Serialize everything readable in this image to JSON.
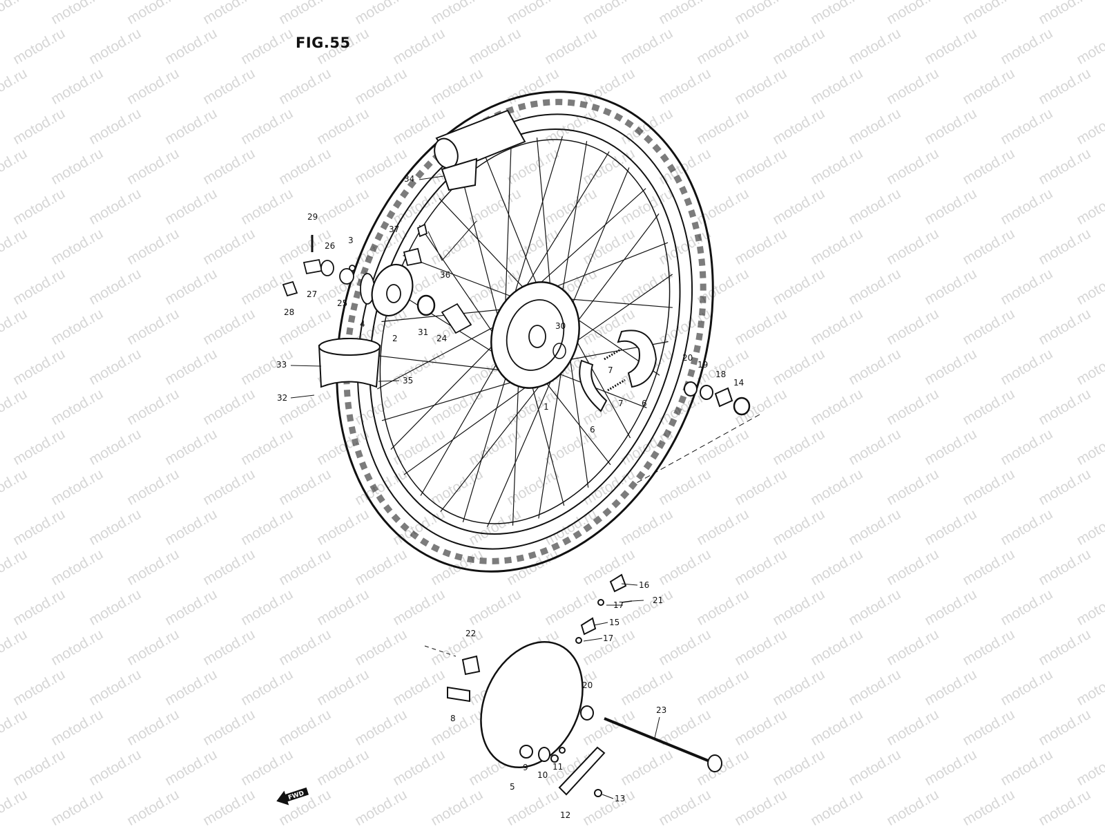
{
  "figure": {
    "title": "FIG.55"
  },
  "watermark": {
    "text": "motod.ru"
  },
  "direction_marker": {
    "text": "FWD"
  },
  "callouts": [
    {
      "id": "c1",
      "label": "1"
    },
    {
      "id": "c2",
      "label": "2"
    },
    {
      "id": "c3",
      "label": "3"
    },
    {
      "id": "c4",
      "label": "4"
    },
    {
      "id": "c5",
      "label": "5"
    },
    {
      "id": "c6a",
      "label": "6"
    },
    {
      "id": "c6b",
      "label": "6"
    },
    {
      "id": "c7a",
      "label": "7"
    },
    {
      "id": "c7b",
      "label": "7"
    },
    {
      "id": "c8",
      "label": "8"
    },
    {
      "id": "c9",
      "label": "9"
    },
    {
      "id": "c10",
      "label": "10"
    },
    {
      "id": "c11",
      "label": "11"
    },
    {
      "id": "c12",
      "label": "12"
    },
    {
      "id": "c13",
      "label": "13"
    },
    {
      "id": "c14",
      "label": "14"
    },
    {
      "id": "c15",
      "label": "15"
    },
    {
      "id": "c16",
      "label": "16"
    },
    {
      "id": "c17a",
      "label": "17"
    },
    {
      "id": "c17b",
      "label": "17"
    },
    {
      "id": "c18",
      "label": "18"
    },
    {
      "id": "c19",
      "label": "19"
    },
    {
      "id": "c20",
      "label": "20"
    },
    {
      "id": "c20b",
      "label": "20"
    },
    {
      "id": "c21",
      "label": "21"
    },
    {
      "id": "c22",
      "label": "22"
    },
    {
      "id": "c23",
      "label": "23"
    },
    {
      "id": "c24",
      "label": "24"
    },
    {
      "id": "c25",
      "label": "25"
    },
    {
      "id": "c26",
      "label": "26"
    },
    {
      "id": "c27",
      "label": "27"
    },
    {
      "id": "c28",
      "label": "28"
    },
    {
      "id": "c29",
      "label": "29"
    },
    {
      "id": "c30",
      "label": "30"
    },
    {
      "id": "c31",
      "label": "31"
    },
    {
      "id": "c32",
      "label": "32"
    },
    {
      "id": "c33",
      "label": "33"
    },
    {
      "id": "c34",
      "label": "34"
    },
    {
      "id": "c35",
      "label": "35"
    },
    {
      "id": "c36",
      "label": "36"
    },
    {
      "id": "c37",
      "label": "37"
    }
  ]
}
